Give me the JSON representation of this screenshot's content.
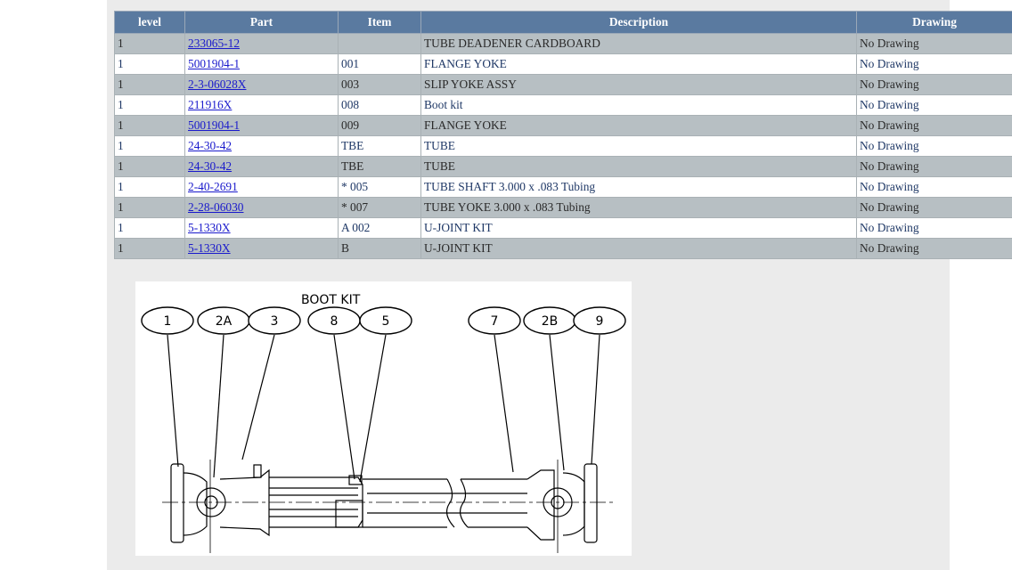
{
  "table": {
    "headers": [
      "level",
      "Part",
      "Item",
      "Description",
      "Drawing"
    ],
    "rows": [
      {
        "level": "1",
        "part": "233065-12",
        "item": "",
        "description": "TUBE DEADENER CARDBOARD",
        "drawing": "No Drawing"
      },
      {
        "level": "1",
        "part": "5001904-1",
        "item": "001",
        "description": "FLANGE YOKE",
        "drawing": "No Drawing"
      },
      {
        "level": "1",
        "part": "2-3-06028X",
        "item": "003",
        "description": "SLIP YOKE ASSY",
        "drawing": "No Drawing"
      },
      {
        "level": "1",
        "part": "211916X",
        "item": "008",
        "description": "Boot kit",
        "drawing": "No Drawing"
      },
      {
        "level": "1",
        "part": "5001904-1",
        "item": "009",
        "description": "FLANGE YOKE",
        "drawing": "No Drawing"
      },
      {
        "level": "1",
        "part": "24-30-42",
        "item": "TBE",
        "description": "TUBE",
        "drawing": "No Drawing"
      },
      {
        "level": "1",
        "part": "24-30-42",
        "item": "TBE",
        "description": "TUBE",
        "drawing": "No Drawing"
      },
      {
        "level": "1",
        "part": "2-40-2691",
        "item": "* 005",
        "description": "TUBE SHAFT 3.000 x .083 Tubing",
        "drawing": "No Drawing"
      },
      {
        "level": "1",
        "part": "2-28-06030",
        "item": "* 007",
        "description": "TUBE YOKE 3.000 x .083 Tubing",
        "drawing": "No Drawing"
      },
      {
        "level": "1",
        "part": "5-1330X",
        "item": "A 002",
        "description": "U-JOINT KIT",
        "drawing": "No Drawing"
      },
      {
        "level": "1",
        "part": "5-1330X",
        "item": "B",
        "description": "U-JOINT KIT",
        "drawing": "No Drawing"
      }
    ]
  },
  "drawing": {
    "title": "BOOT KIT",
    "bubbles": [
      "1",
      "2A",
      "3",
      "8",
      "5",
      "7",
      "2B",
      "9"
    ]
  }
}
